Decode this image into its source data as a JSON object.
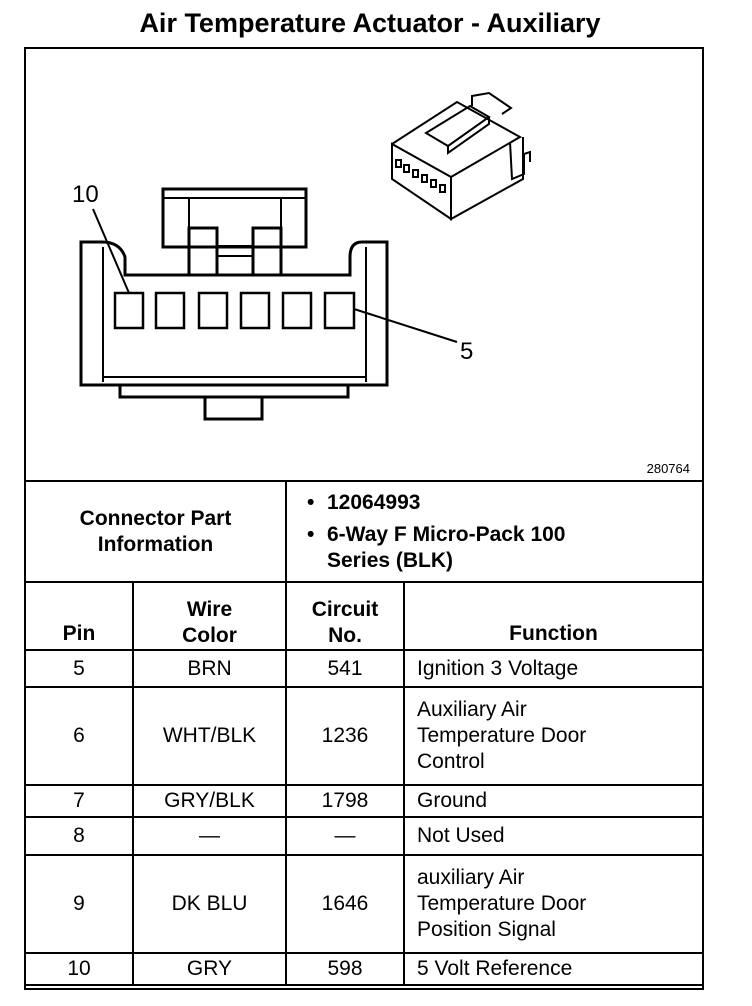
{
  "title": "Air Temperature Actuator - Auxiliary",
  "figure": {
    "number": "280764",
    "pin_labels": [
      "10",
      "5"
    ]
  },
  "connector_info": {
    "label": "Connector Part Information",
    "items": [
      "12064993",
      "6-Way F Micro-Pack 100 Series (BLK)"
    ]
  },
  "table": {
    "headers": [
      "Pin",
      "Wire Color",
      "Circuit No.",
      "Function"
    ],
    "rows": [
      {
        "pin": "5",
        "wire": "BRN",
        "circuit": "541",
        "function": "Ignition 3 Voltage"
      },
      {
        "pin": "6",
        "wire": "WHT/BLK",
        "circuit": "1236",
        "function": "Auxiliary Air Temperature Door Control"
      },
      {
        "pin": "7",
        "wire": "GRY/BLK",
        "circuit": "1798",
        "function": "Ground"
      },
      {
        "pin": "8",
        "wire": "—",
        "circuit": "—",
        "function": "Not Used"
      },
      {
        "pin": "9",
        "wire": "DK BLU",
        "circuit": "1646",
        "function": "auxiliary Air Temperature Door Position Signal"
      },
      {
        "pin": "10",
        "wire": "GRY",
        "circuit": "598",
        "function": "5 Volt Reference"
      }
    ]
  }
}
